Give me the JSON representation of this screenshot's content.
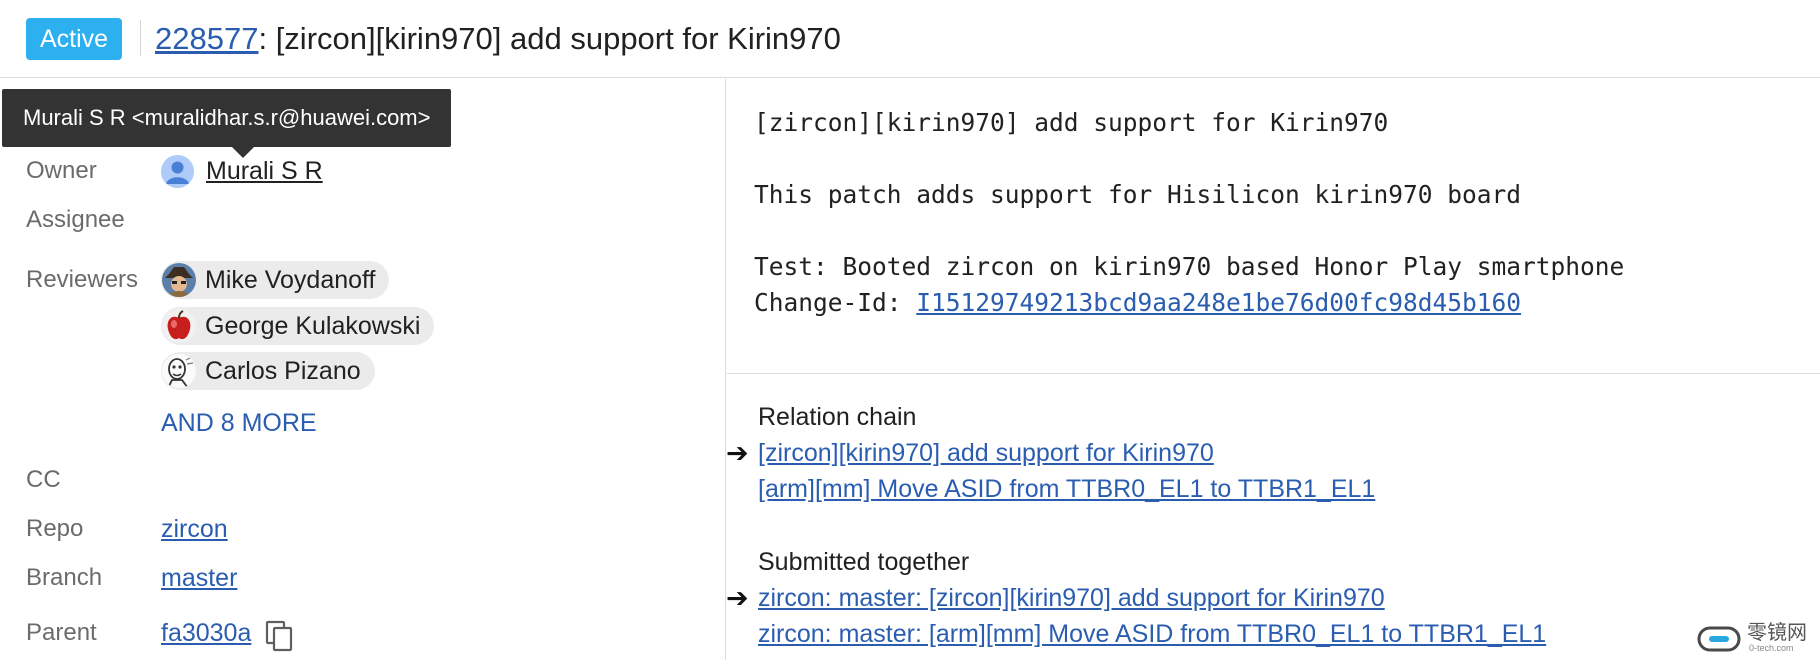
{
  "header": {
    "status": "Active",
    "change_number": "228577",
    "title_separator": ": ",
    "subject": "[zircon][kirin970] add support for Kirin970"
  },
  "tooltip": {
    "text": "Murali S R <muralidhar.s.r@huawei.com>"
  },
  "metadata": {
    "owner_label": "Owner",
    "owner_name": "Murali S R",
    "assignee_label": "Assignee",
    "reviewers_label": "Reviewers",
    "reviewers": [
      {
        "name": "Mike Voydanoff",
        "avatar": "avatar-hat-man"
      },
      {
        "name": "George Kulakowski",
        "avatar": "avatar-apple"
      },
      {
        "name": "Carlos Pizano",
        "avatar": "avatar-sketch-face"
      }
    ],
    "more_reviewers": "AND 8 MORE",
    "cc_label": "CC",
    "repo_label": "Repo",
    "repo_value": "zircon",
    "branch_label": "Branch",
    "branch_value": "master",
    "parent_label": "Parent",
    "parent_value": "fa3030a",
    "parent_copy_icon": "copy-icon"
  },
  "commit_message": {
    "subject_line": "[zircon][kirin970] add support for Kirin970",
    "body_line": "This patch adds support for Hisilicon kirin970 board",
    "test_line": "Test: Booted zircon on kirin970 based Honor Play smartphone",
    "change_id_label": "Change-Id: ",
    "change_id": "I15129749213bcd9aa248e1be76d00fc98d45b160"
  },
  "relation_chain": {
    "title": "Relation chain",
    "items": [
      {
        "text": "[zircon][kirin970] add support for Kirin970",
        "current": true
      },
      {
        "text": "[arm][mm] Move ASID from TTBR0_EL1 to TTBR1_EL1",
        "current": false
      }
    ]
  },
  "submitted_together": {
    "title": "Submitted together",
    "items": [
      {
        "text": "zircon: master: [zircon][kirin970] add support for Kirin970",
        "current": true
      },
      {
        "text": "zircon: master: [arm][mm] Move ASID from TTBR0_EL1 to TTBR1_EL1",
        "current": false
      }
    ]
  },
  "arrow_glyph": "➔",
  "watermark": {
    "text": "零镜网",
    "sub": "0-tech.com"
  },
  "colors": {
    "status_active": "#2db0f0",
    "link": "#2a5db0",
    "tooltip_bg": "#333333",
    "chip_bg": "#ebebeb"
  }
}
